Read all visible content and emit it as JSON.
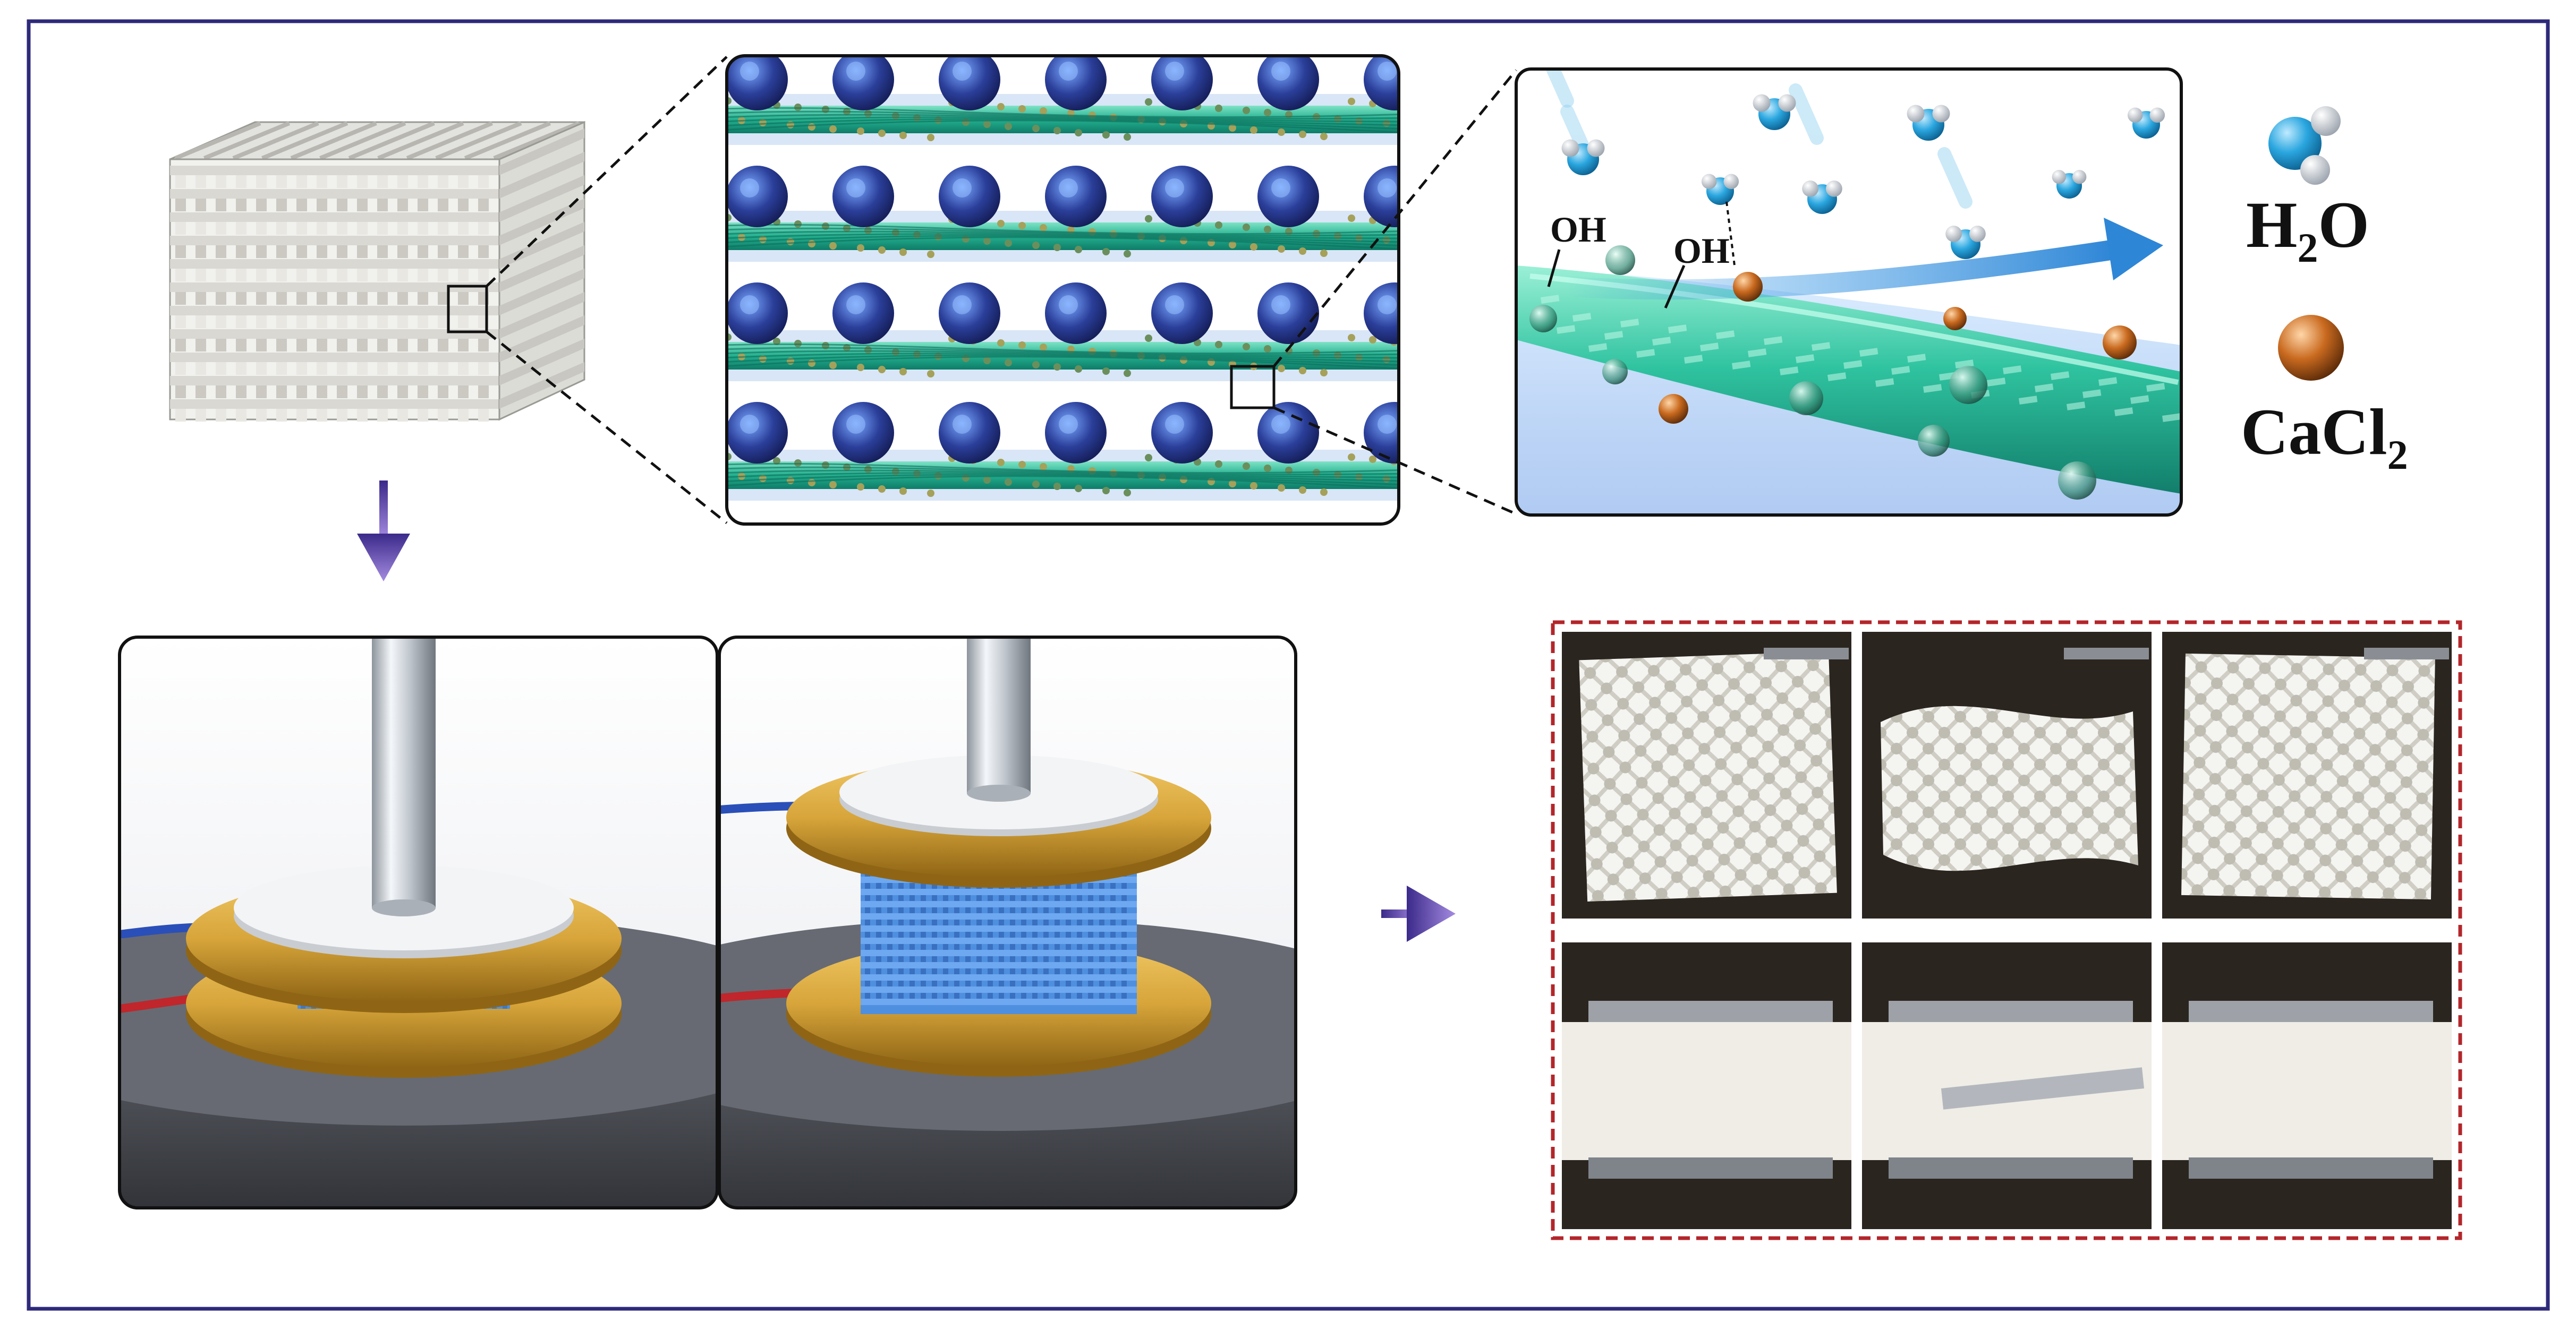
{
  "labels": {
    "oh_left": "OH",
    "oh_right": "OH",
    "water_main": "H",
    "water_sub": "2",
    "water_tail": "O",
    "salt_main": "CaCl",
    "salt_sub": "2"
  },
  "colors": {
    "frame": "#2e2a7a",
    "fiber": "#2fc3a0",
    "water_oxygen": "#2aa6df",
    "salt_particle": "#c96a1f",
    "gold_plate": "#d7a53a",
    "printed_scaffold": "#4f8fe0",
    "dashed_border": "#b3262b",
    "arrow": "#5b3fb0",
    "flow_arrow": "#2e86d6"
  },
  "icons": {
    "scaffold": "lattice-cube-icon",
    "water": "water-molecule-icon",
    "salt": "salt-sphere-icon"
  }
}
